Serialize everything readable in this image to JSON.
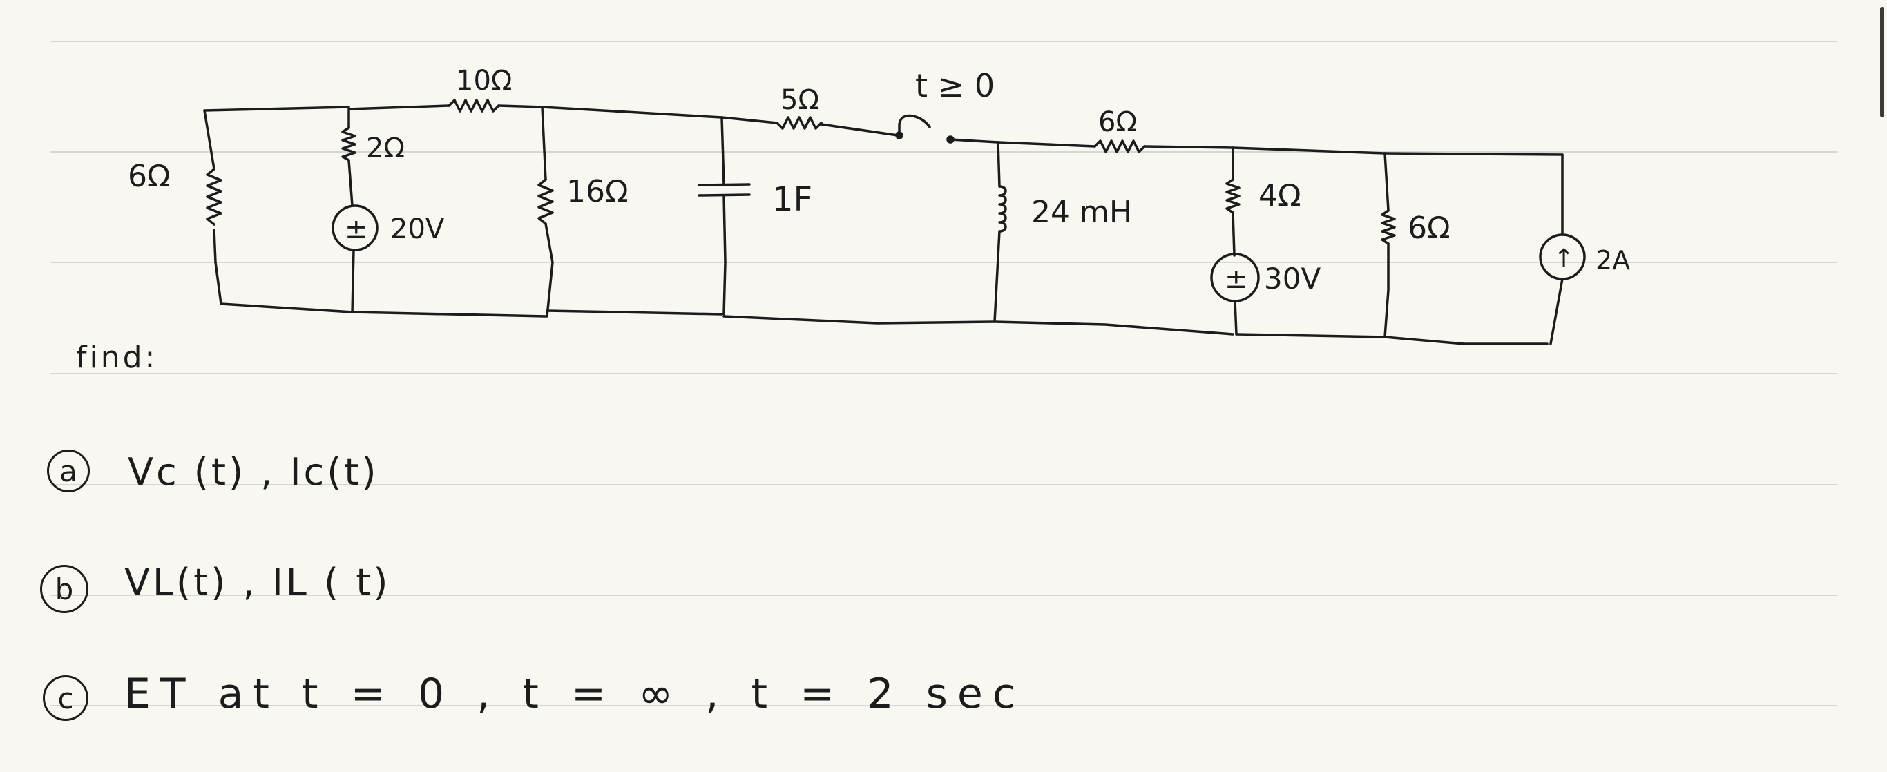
{
  "circuit": {
    "labels": {
      "r1": "6Ω",
      "r2": "2Ω",
      "r3": "10Ω",
      "r4": "16Ω",
      "r5": "5Ω",
      "switch": "t ≥ 0",
      "r6": "6Ω",
      "r7": "4Ω",
      "r8": "6Ω",
      "v1": "20V",
      "v2": "30V",
      "cap": "1F",
      "ind": "24 mH",
      "isrc": "2A",
      "plus_minus": "±",
      "arrow_up": "↑"
    }
  },
  "find": {
    "label": "find:",
    "items": [
      {
        "marker": "a",
        "text": "Vc (t) , Ic(t)"
      },
      {
        "marker": "b",
        "text": "VL(t) , IL ( t)"
      },
      {
        "marker": "c",
        "text": "ET at t = 0 , t = ∞ , t = 2 sec"
      }
    ]
  }
}
